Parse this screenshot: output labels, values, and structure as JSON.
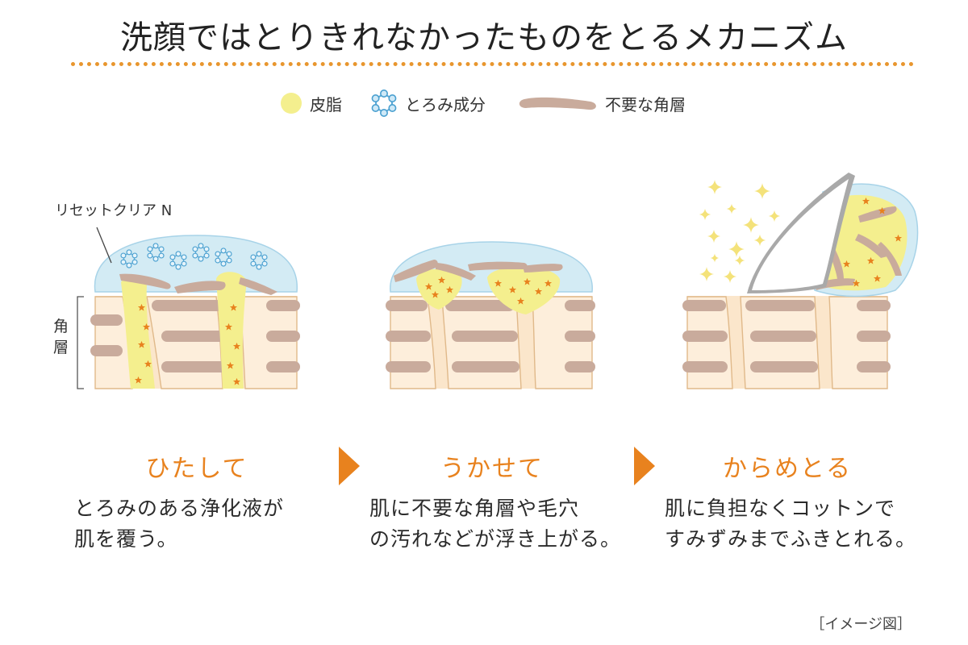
{
  "title": "洗顔ではとりきれなかったものをとるメカニズム",
  "legend": {
    "sebum": "皮脂",
    "thick_component": "とろみ成分",
    "old_keratin": "不要な角層"
  },
  "labels": {
    "product": "リセットクリア N",
    "stratum_corneum": "角層"
  },
  "steps": [
    {
      "title": "ひたして",
      "desc_line1": "とろみのある浄化液が",
      "desc_line2": "肌を覆う。"
    },
    {
      "title": "うかせて",
      "desc_line1": "肌に不要な角層や毛穴",
      "desc_line2": "の汚れなどが浮き上がる。"
    },
    {
      "title": "からめとる",
      "desc_line1": "肌に負担なくコットンで",
      "desc_line2": "すみずみまでふきとれる。"
    }
  ],
  "note": "［イメージ図］",
  "colors": {
    "accent": "#e8821e",
    "dots": "#e8962e",
    "sebum": "#f4ef8e",
    "gel": "#cfe8f2",
    "keratin": "#c9ab9c",
    "skin": "#fbe6cb",
    "cell_line": "#e0b98a"
  },
  "icons": [
    "sebum-dot-icon",
    "gel-ring-icon",
    "keratin-flake-icon",
    "cotton-pad-icon",
    "sparkle-icon",
    "arrow-right-icon"
  ]
}
